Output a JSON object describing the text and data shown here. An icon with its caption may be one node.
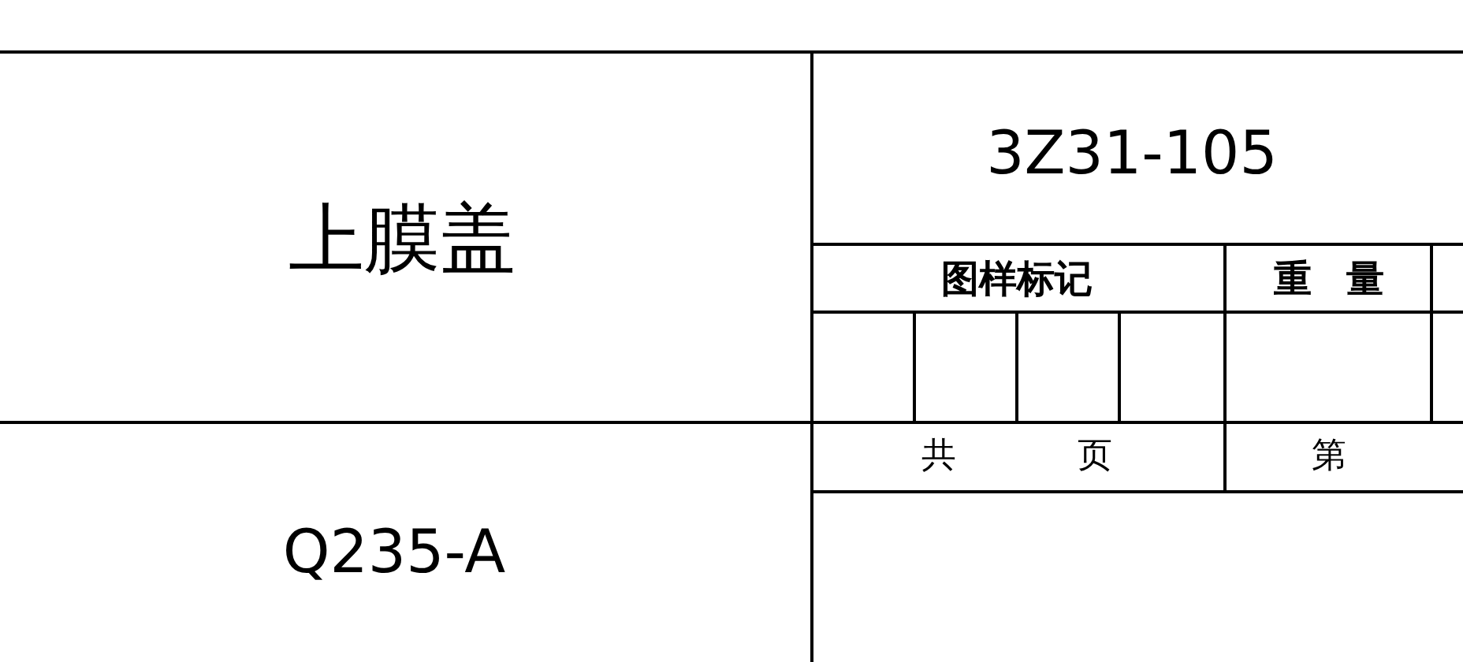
{
  "diagram": {
    "labels": [
      "上膜盖",
      "3Z31-105",
      "图样标记",
      "重 量",
      "共 页",
      "第",
      "Q235-A"
    ]
  }
}
